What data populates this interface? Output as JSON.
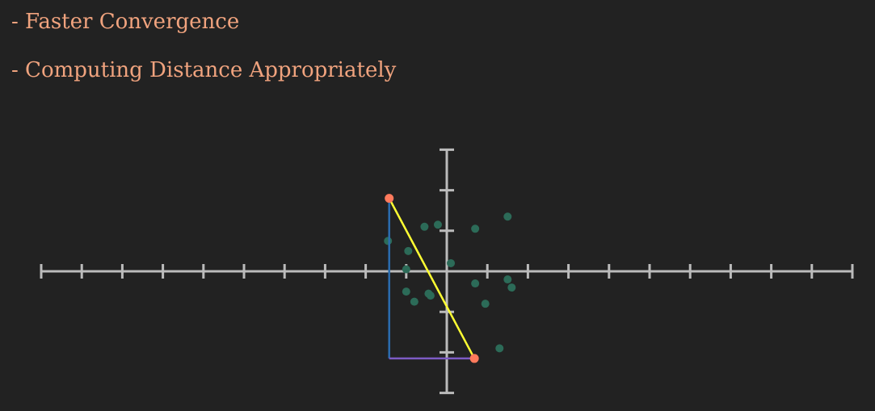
{
  "bullets": [
    {
      "text": "- Faster Convergence"
    },
    {
      "text": "- Computing Distance Appropriately"
    }
  ],
  "colors": {
    "background": "#222222",
    "text": "#F0A37E",
    "axis": "#BBBBBB",
    "data_point": "#2C6B58",
    "highlight_point": "#FF7A5C",
    "distance_line": "#FFFF33",
    "vertical_leg": "#2A6DB0",
    "horizontal_leg": "#7D5BC4"
  },
  "diagram": {
    "x_range": [
      -10,
      10
    ],
    "y_range": [
      -3,
      3
    ],
    "points": [
      [
        -1.45,
        0.75
      ],
      [
        -0.55,
        1.1
      ],
      [
        -0.22,
        1.15
      ],
      [
        0.7,
        1.05
      ],
      [
        1.5,
        1.35
      ],
      [
        -0.95,
        0.5
      ],
      [
        -1.0,
        0.05
      ],
      [
        0.1,
        0.2
      ],
      [
        0.7,
        -0.3
      ],
      [
        1.5,
        -0.2
      ],
      [
        1.6,
        -0.4
      ],
      [
        -1.0,
        -0.5
      ],
      [
        -0.45,
        -0.55
      ],
      [
        -0.4,
        -0.6
      ],
      [
        -0.8,
        -0.75
      ],
      [
        0.95,
        -0.8
      ],
      [
        1.3,
        -1.9
      ]
    ],
    "point_a": [
      -1.42,
      1.8
    ],
    "point_b": [
      0.68,
      -2.15
    ]
  }
}
